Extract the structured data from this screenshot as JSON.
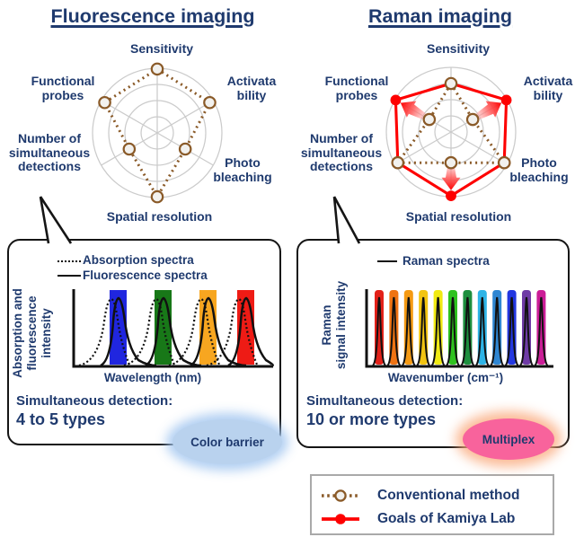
{
  "titles": {
    "left": "Fluorescence imaging",
    "right": "Raman imaging"
  },
  "labels": {
    "sensitivity": "Sensitivity",
    "functional_probes": "Functional\nprobes",
    "activatability": "Activata\nbility",
    "num_detections": "Number of\nsimultaneous\ndetections",
    "photo_bleaching": "Photo\nbleaching",
    "spatial_resolution": "Spatial resolution"
  },
  "chart_data": [
    {
      "type": "radar",
      "title": "Fluorescence imaging",
      "axes": [
        "Sensitivity",
        "Activatability",
        "Photo bleaching",
        "Spatial resolution",
        "Number of simultaneous detections",
        "Functional probes"
      ],
      "rings": 4,
      "scale_max": 4,
      "series": [
        {
          "name": "Conventional method",
          "role": "conventional",
          "values": [
            3.95,
            3.75,
            2.0,
            3.95,
            2.0,
            3.75
          ]
        }
      ]
    },
    {
      "type": "radar",
      "title": "Raman imaging",
      "axes": [
        "Sensitivity",
        "Activatability",
        "Photo bleaching",
        "Spatial resolution",
        "Number of simultaneous detections",
        "Functional probes"
      ],
      "rings": 4,
      "scale_max": 4,
      "series": [
        {
          "name": "Goals of Kamiya Lab",
          "role": "goals",
          "values": [
            3.0,
            3.95,
            3.8,
            3.95,
            3.8,
            3.95
          ],
          "marker_axes": [
            1,
            3,
            5
          ],
          "arrows": [
            {
              "axis": 1,
              "from": 1.8,
              "to": 3.6
            },
            {
              "axis": 3,
              "from": 2.0,
              "to": 3.6
            },
            {
              "axis": 5,
              "from": 1.8,
              "to": 3.6
            }
          ]
        },
        {
          "name": "Conventional method",
          "role": "conventional",
          "values": [
            3.0,
            1.55,
            3.8,
            1.9,
            3.8,
            1.55
          ]
        }
      ]
    },
    {
      "type": "area",
      "title": "Fluorescence imaging spectra",
      "legend": [
        "Absorption spectra",
        "Fluorescence spectra"
      ],
      "ylabel": "Absorption and\nfluorescence\nintensity",
      "xlabel": "Wavelength (nm)",
      "band_colors": [
        "#2026df",
        "#187818",
        "#f7a620",
        "#ee1b15"
      ]
    },
    {
      "type": "area",
      "title": "Raman imaging spectra",
      "legend": [
        "Raman spectra"
      ],
      "ylabel": "Raman\nsignal intensity",
      "xlabel": "Wavenumber (cm⁻¹)",
      "peak_colors": [
        "#e32119",
        "#ef7313",
        "#f59a13",
        "#f2c411",
        "#f0ea13",
        "#2ec21e",
        "#1d8f3e",
        "#2eb4e6",
        "#2e86d2",
        "#2337e0",
        "#6f3ba6",
        "#cb1d97"
      ]
    }
  ],
  "boxes": {
    "left": {
      "caption_line1": "Simultaneous detection:",
      "caption_line2": "4 to 5 types",
      "badge": "Color barrier"
    },
    "right": {
      "caption_line1": "Simultaneous detection:",
      "caption_line2": "10 or more types",
      "badge": "Multiplex"
    }
  },
  "legend": {
    "entries": [
      {
        "label": "Conventional method"
      },
      {
        "label": "Goals of Kamiya Lab"
      }
    ]
  },
  "colors": {
    "navy": "#1f3a6e",
    "conventional_brown": "#8a5a28",
    "marker_fill": "#f2f1ee",
    "goal_red": "#fe0000",
    "ring_gray": "#cbcbcb",
    "badge_left_bg": "#b9d2ee",
    "badge_right_bg": "#f8639c"
  }
}
